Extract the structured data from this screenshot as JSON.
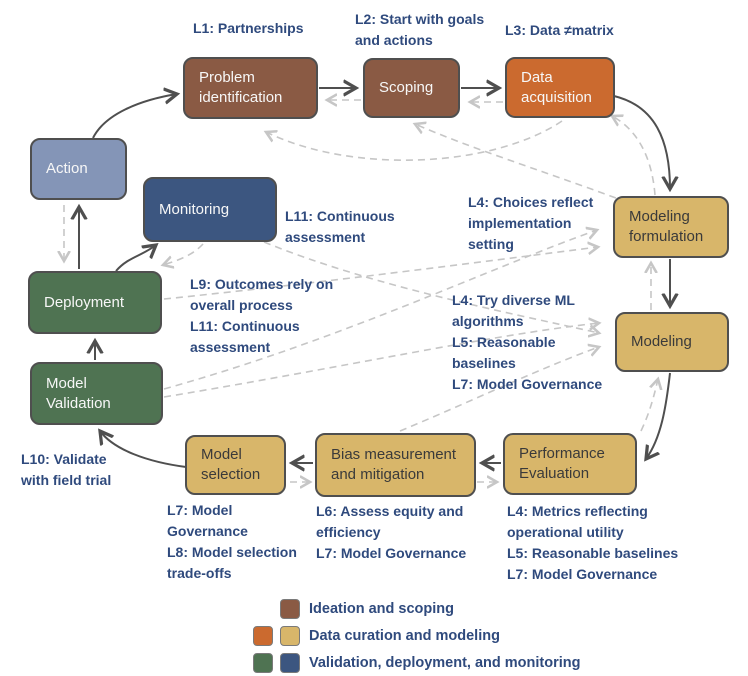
{
  "diagram": {
    "nodes": [
      {
        "id": "problem-identification",
        "label": "Problem\nidentification",
        "color": "#8a5a44"
      },
      {
        "id": "scoping",
        "label": "Scoping",
        "color": "#8a5a44"
      },
      {
        "id": "data-acquisition",
        "label": "Data\nacquisition",
        "color": "#cb6a2f"
      },
      {
        "id": "action",
        "label": "Action",
        "color": "#8495b7"
      },
      {
        "id": "monitoring",
        "label": "Monitoring",
        "color": "#3c5680"
      },
      {
        "id": "modeling-formulation",
        "label": "Modeling\nformulation",
        "color": "#d8b66a"
      },
      {
        "id": "deployment",
        "label": "Deployment",
        "color": "#4f7352"
      },
      {
        "id": "modeling",
        "label": "Modeling",
        "color": "#d8b66a"
      },
      {
        "id": "model-validation",
        "label": "Model\nValidation",
        "color": "#4f7352"
      },
      {
        "id": "model-selection",
        "label": "Model\nselection",
        "color": "#d8b66a"
      },
      {
        "id": "bias-measurement",
        "label": "Bias measurement\nand mitigation",
        "color": "#d8b66a"
      },
      {
        "id": "performance-evaluation",
        "label": "Performance\nEvaluation",
        "color": "#d8b66a"
      }
    ],
    "annotations": [
      {
        "text": "L1: Partnerships"
      },
      {
        "text": "L2: Start with goals\nand actions"
      },
      {
        "text": "L3: Data ≠matrix"
      },
      {
        "text": "L4: Choices reflect\nimplementation\nsetting"
      },
      {
        "text": "L11: Continuous\nassessment"
      },
      {
        "text": "L9: Outcomes rely on\noverall process\nL11: Continuous\nassessment"
      },
      {
        "text": "L4: Try diverse ML\nalgorithms\nL5: Reasonable\nbaselines\nL7: Model Governance"
      },
      {
        "text": "L10: Validate\nwith field trial"
      },
      {
        "text": "L7: Model\nGovernance\nL8: Model selection\ntrade-offs"
      },
      {
        "text": "L6: Assess equity and\nefficiency\nL7: Model Governance"
      },
      {
        "text": "L4: Metrics reflecting\noperational utility\nL5: Reasonable baselines\nL7: Model Governance"
      }
    ],
    "legend": {
      "items": [
        {
          "label": "Ideation and scoping",
          "swatches": [
            "brown"
          ]
        },
        {
          "label": "Data curation and modeling",
          "swatches": [
            "orange",
            "tan"
          ]
        },
        {
          "label": "Validation, deployment, and monitoring",
          "swatches": [
            "green",
            "blue"
          ]
        }
      ]
    },
    "colors": {
      "brown": "#8a5a44",
      "orange": "#cb6a2f",
      "tan": "#d8b66a",
      "green": "#4f7352",
      "blue": "#3c5680",
      "slate": "#8495b7",
      "annotation_text": "#2f4a7d",
      "solid_arrow": "#4f4f4f",
      "dashed_arrow": "#c6c6c6"
    }
  }
}
